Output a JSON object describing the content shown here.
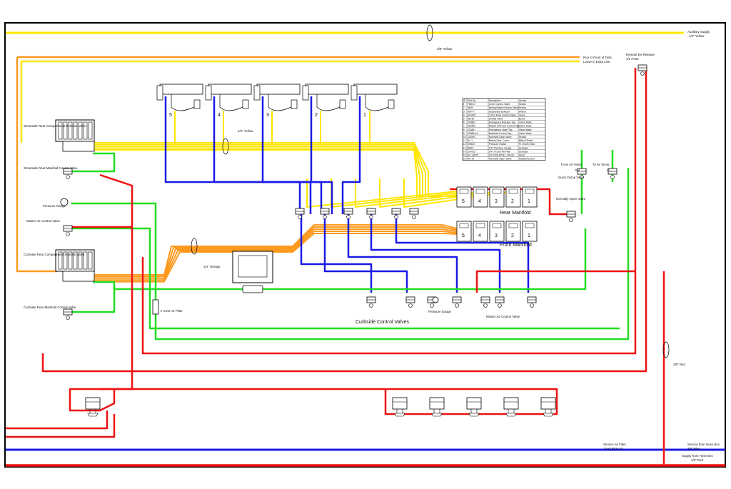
{
  "colors": {
    "yellow": "#ffe600",
    "orange": "#ff9a1f",
    "green": "#22dd22",
    "blue": "#1a1ae6",
    "red": "#ee1111",
    "line": "#000000"
  },
  "labels": {
    "auxiliary_supply": "Auxiliary Supply",
    "auxiliary_supply_size": "1/2\" Yellow",
    "yellow_3_8": "3/8\" Yellow",
    "run_to_front": "Run to Front of Tank.",
    "leave_extra": "Leave 5' Extra Line.",
    "remote_ev": "Remote EV Release",
    "remote_ev_loc": "1/1 Front",
    "yellow_1_4": "1/4\" Yellow",
    "orange_1_4": "1/4\" Orange",
    "red_3_8": "3/8\" Red",
    "streetside_compartment": "Streetside Rear Compartment Selector Valve",
    "streetside_manifold": "Streetside Rear Manifold Control Valve",
    "pressure_gauge": "Pressure Gauge",
    "master_air": "Master Air Control Valve",
    "curbside_compartment": "Curbside Rear Compartment Selector Valve",
    "curbside_manifold": "Curbside Rear Manifold Control Valve",
    "inline_filter": "In-Line Air Filter",
    "rear_manifold": "Rear Manifold",
    "front_manifold": "Front Manifold",
    "curbside_control": "Curbside Control Valves",
    "normally_open": "Normally Open Valve",
    "from_air_vents": "From Air Vents",
    "to_air_vents": "To Air Vents",
    "out": "Out",
    "in": "In",
    "quick_dump": "Quick Dump Valve",
    "service_filter": "Service Air Filter",
    "service_filter_from": "from BSS Kit",
    "service_hose": "Service from Hose Box",
    "service_hose_size": "3/8\" Blue",
    "supply_hose": "Supply from Hose Box",
    "supply_hose_size": "1/2\" Red"
  },
  "compartments": [
    "5",
    "4",
    "3",
    "2",
    "1"
  ],
  "manifold_ports": [
    "5",
    "4",
    "3",
    "2",
    "1"
  ],
  "parts_table": {
    "headers": [
      "ID",
      "Part No.",
      "Description",
      "Vendor"
    ],
    "rows": [
      [
        "1",
        "TB50-3",
        "Lever Control Valve",
        "Sealco"
      ],
      [
        "2",
        "9805",
        "Spring Brake Exhaust Valve",
        "Sealco"
      ],
      [
        "3",
        "SSP-7",
        "Sequential Selector",
        "Wilson"
      ],
      [
        "4",
        "ACM25",
        "3 Port Flow Control Valve",
        "Versa"
      ],
      [
        "5",
        "SB-50",
        "Shuttle Valve",
        "Burns"
      ],
      [
        "6",
        "223881",
        "Emergency Release Tag",
        "Vision Mark"
      ],
      [
        "7",
        "230460",
        "Master Air/Front Control Tag",
        "Vision Mark"
      ],
      [
        "8",
        "223867",
        "Emergency Valve Tag",
        "Vision Mark"
      ],
      [
        "9",
        "233844-A",
        "Manifold Control Tag",
        "Vision Mark"
      ],
      [
        "10",
        "110591",
        "Normally Open Valve",
        "Sealco"
      ],
      [
        "11",
        "SL-1",
        "Ribbon Box, Cover",
        "Miller Electric"
      ],
      [
        "12",
        "878047",
        "Pressure Switch",
        "Ft. Worth Steel"
      ],
      [
        "13",
        "5M24",
        "1/4\" Pressure Gauge",
        "Grainger"
      ],
      [
        "14",
        "1mH13",
        "1/4\" In-Line Air Filter",
        "Grainger"
      ],
      [
        "15",
        "S1-131PP",
        "2/2 PUSH/PULL VALVE",
        "Alcon"
      ],
      [
        "16",
        "AK-14",
        "Normally Open Valve",
        "Haldex/Anchor"
      ]
    ]
  }
}
